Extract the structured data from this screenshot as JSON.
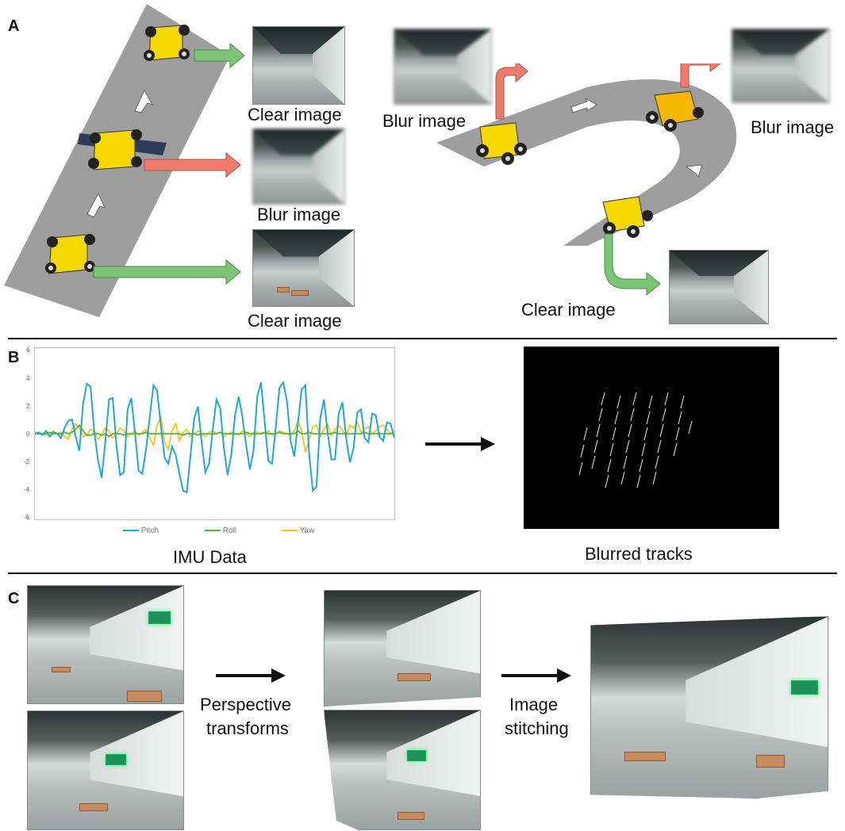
{
  "panels": {
    "a": "A",
    "b": "B",
    "c": "C"
  },
  "panel_a": {
    "straight": {
      "caption_top": "Clear image",
      "caption_mid": "Blur image",
      "caption_bottom": "Clear image"
    },
    "curve": {
      "caption_left": "Blur image",
      "caption_right": "Blur image",
      "caption_bottom": "Clear image"
    }
  },
  "panel_b": {
    "imu_caption": "IMU Data",
    "tracks_caption": "Blurred tracks",
    "chart_data": {
      "type": "line",
      "title": "",
      "xlabel": "",
      "ylabel": "",
      "ylim": [
        -6,
        6
      ],
      "yticks": [
        "6",
        "4",
        "2",
        "0",
        "-2",
        "-4",
        "-6"
      ],
      "legend_position": "bottom",
      "series": [
        {
          "name": "Pitch",
          "color": "#1fa8d8",
          "values": [
            0,
            0.1,
            -0.1,
            0.2,
            -0.2,
            0.1,
            0,
            -0.3,
            0.4,
            0.9,
            1.0,
            -0.2,
            -1.2,
            2.1,
            3.5,
            3.3,
            0.2,
            -1.8,
            -3.1,
            -0.6,
            2.4,
            2.5,
            -0.8,
            -2.9,
            -2.7,
            1.7,
            2.5,
            0.1,
            -2.6,
            -2.8,
            -1.1,
            1.2,
            3.4,
            3.0,
            0.5,
            -1.7,
            -2.1,
            -0.9,
            -1.5,
            -2.8,
            -4.0,
            -4.1,
            -1.5,
            1.1,
            1.9,
            -0.6,
            -2.7,
            -2.1,
            0.3,
            2.4,
            1.8,
            -1.0,
            -2.9,
            -1.5,
            1.3,
            2.6,
            1.2,
            -0.8,
            -2.5,
            -1.2,
            2.6,
            3.6,
            0.9,
            -1.9,
            -2.1,
            0.5,
            3.2,
            3.6,
            2.3,
            -0.5,
            -1.6,
            0.8,
            3.1,
            3.4,
            -1.4,
            -4.0,
            -3.7,
            1.1,
            2.4,
            0.1,
            -1.8,
            -1.8,
            1.4,
            2.2,
            -0.3,
            -2.0,
            -1.0,
            1.5,
            1.7,
            -0.3,
            -0.6,
            1.4,
            1.3,
            -0.2,
            -0.5,
            0.8,
            0.7,
            -0.3
          ]
        },
        {
          "name": "Roll",
          "color": "#5ab530",
          "values": [
            0,
            0,
            0,
            0,
            0.1,
            0,
            0,
            0,
            0.1,
            0,
            0.1,
            0.3,
            0.6,
            0.2,
            -0.1,
            -0.1,
            0,
            0,
            -0.1,
            0,
            -0.2,
            0,
            0,
            0,
            -0.1,
            0,
            0,
            0,
            0,
            0,
            0.1,
            0,
            0,
            0,
            0,
            0,
            0,
            0,
            0,
            0,
            -0.1,
            0,
            0,
            0,
            -0.1,
            0,
            0,
            0,
            0,
            0,
            0.1,
            0,
            0,
            0,
            0,
            0,
            0,
            0.1,
            0,
            0,
            0,
            0,
            0.1,
            0,
            0,
            0,
            0.1,
            0,
            0,
            0,
            0,
            0.2,
            0,
            0,
            0.1,
            0,
            0,
            0,
            0,
            0,
            0,
            0.1,
            0,
            0,
            0,
            0,
            0,
            0,
            0,
            0.1,
            0,
            0,
            0,
            0,
            0,
            0,
            0,
            0
          ]
        },
        {
          "name": "Yaw",
          "color": "#f5c518",
          "values": [
            0,
            0.1,
            0,
            -0.1,
            0,
            0.2,
            0,
            0.1,
            -0.2,
            -0.4,
            0.3,
            0.7,
            0.4,
            -0.2,
            -0.1,
            0.3,
            0.2,
            -0.4,
            -0.1,
            0.4,
            0.2,
            -0.3,
            0,
            0.4,
            0.2,
            -0.2,
            0,
            0.2,
            -0.1,
            0.1,
            0.3,
            -0.3,
            -0.8,
            0.6,
            1.2,
            -0.6,
            -1.1,
            0.2,
            0.7,
            -0.5,
            0.1,
            0.3,
            -0.2,
            0,
            0.2,
            0,
            -0.2,
            0.1,
            0.2,
            0,
            0.1,
            -0.2,
            0,
            0.1,
            0,
            -0.1,
            0.2,
            0,
            -0.2,
            0.1,
            0.1,
            0,
            0,
            0.2,
            -0.1,
            0,
            0.2,
            0.1,
            0,
            -0.1,
            0.2,
            0.9,
            0.2,
            -1.3,
            -0.4,
            0.5,
            0.6,
            -0.2,
            0.3,
            0.7,
            -0.1,
            0.3,
            0.6,
            0.2,
            -0.1,
            0.6,
            0.4,
            0.8,
            0.1,
            0.3,
            0.5,
            0,
            0.2,
            0.5,
            0.6,
            0.3,
            0,
            0.2
          ]
        }
      ]
    }
  },
  "panel_c": {
    "perspective_caption_1": "Perspective",
    "perspective_caption_2": "transforms",
    "stitching_caption_1": "Image",
    "stitching_caption_2": "stitching"
  }
}
